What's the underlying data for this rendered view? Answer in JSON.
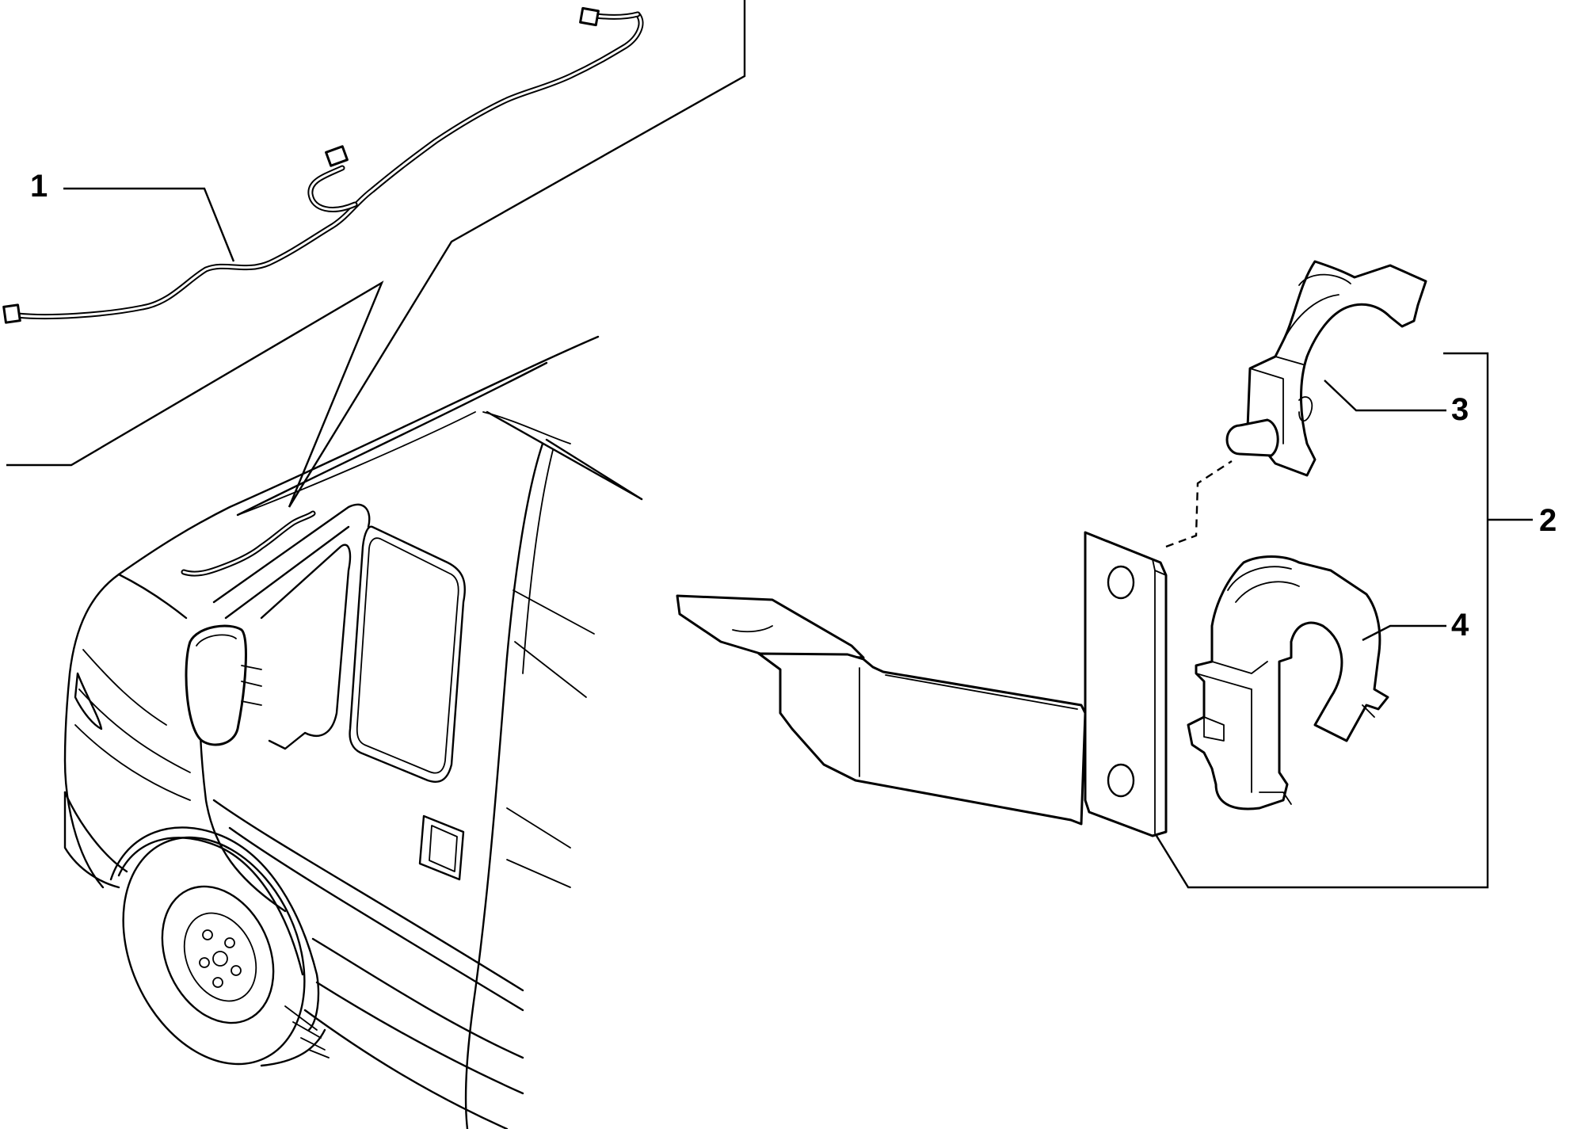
{
  "callouts": {
    "c1": "1",
    "c2": "2",
    "c3": "3",
    "c4": "4"
  },
  "parts": {
    "p1": "wiring-harness",
    "p2": "bracket-assembly",
    "p3": "upper-clip",
    "p4": "lower-clip"
  },
  "colors": {
    "line": "#000000",
    "background": "#ffffff"
  }
}
